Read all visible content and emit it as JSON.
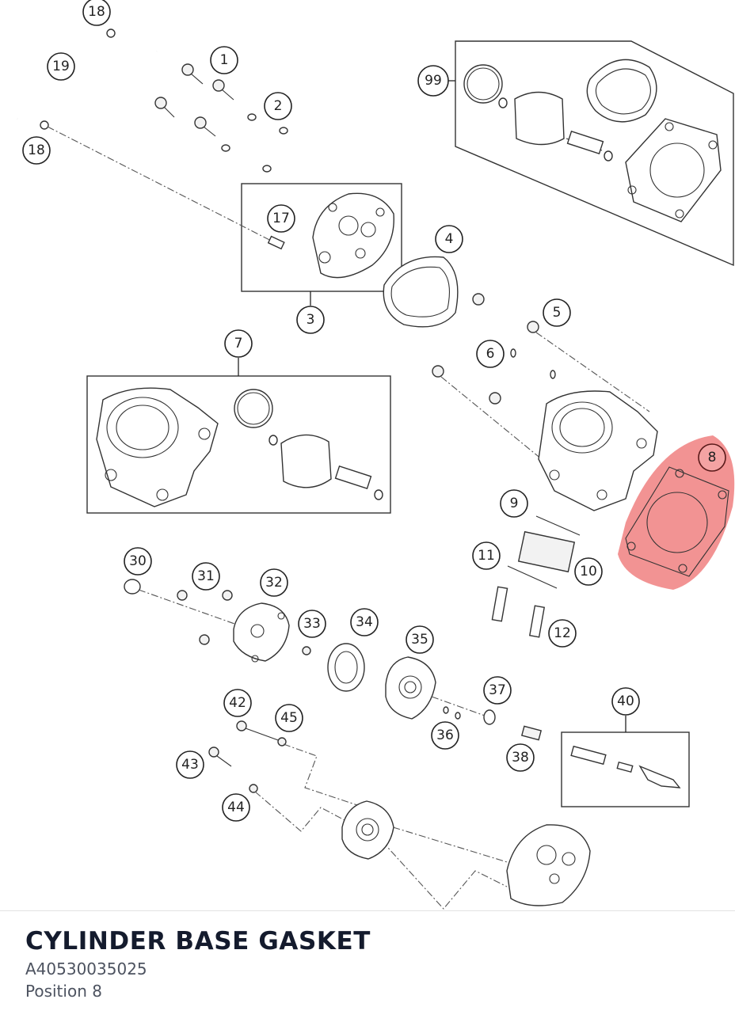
{
  "diagram": {
    "callouts": [
      "18",
      "19",
      "1",
      "2",
      "99",
      "18",
      "17",
      "4",
      "3",
      "5",
      "6",
      "7",
      "8",
      "9",
      "11",
      "10",
      "12",
      "30",
      "31",
      "32",
      "33",
      "34",
      "35",
      "37",
      "42",
      "45",
      "40",
      "36",
      "38",
      "43",
      "44"
    ],
    "highlight_color": "#f08080"
  },
  "part": {
    "title": "CYLINDER BASE GASKET",
    "number": "A40530035025",
    "position": "Position 8"
  }
}
